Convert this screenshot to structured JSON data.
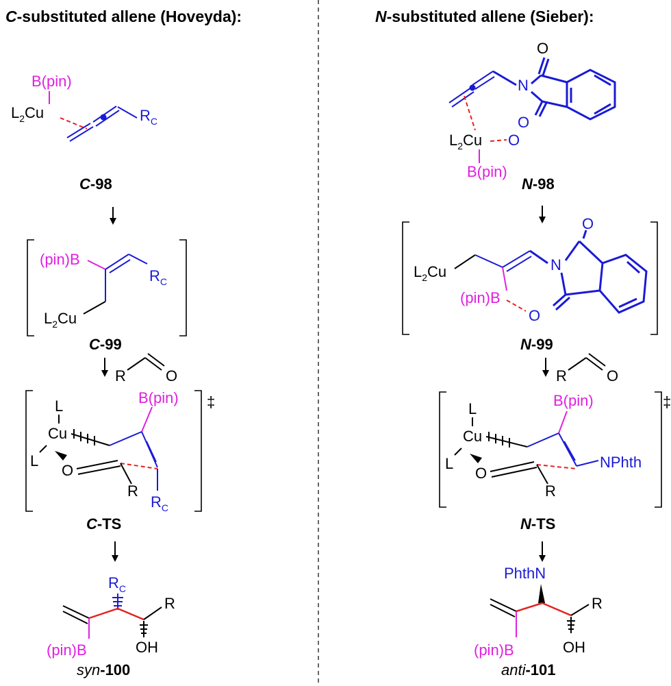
{
  "left": {
    "title_prefix": "C",
    "title_rest": "-substituted allene (Hoveyda):",
    "c98": {
      "letter": "C",
      "num": "-98"
    },
    "c99": {
      "letter": "C",
      "num": "-99"
    },
    "cts": {
      "letter": "C",
      "num": "-TS"
    },
    "prod": {
      "prefix": "syn",
      "num": "-100"
    }
  },
  "right": {
    "title_prefix": "N",
    "title_rest": "-substituted allene (Sieber):",
    "n98": {
      "letter": "N",
      "num": "-98"
    },
    "n99": {
      "letter": "N",
      "num": "-99"
    },
    "nts": {
      "letter": "N",
      "num": "-TS"
    },
    "prod": {
      "prefix": "anti",
      "num": "-101"
    }
  },
  "labels": {
    "bpin": "B(pin)",
    "pinb": "(pin)B",
    "l": "L",
    "cu": "Cu",
    "cu_full": "L",
    "cu_sub": "2",
    "cu_tail": "Cu",
    "r": "R",
    "rc": "R",
    "rc_sub": "C",
    "o": "O",
    "n": "N",
    "oh": "OH",
    "nphth": "NPhth",
    "phthn": "PhthN",
    "dagger": "‡"
  },
  "colors": {
    "boron": "#e020e0",
    "substituent": "#1a1ad6",
    "new_bond": "#e52222"
  }
}
